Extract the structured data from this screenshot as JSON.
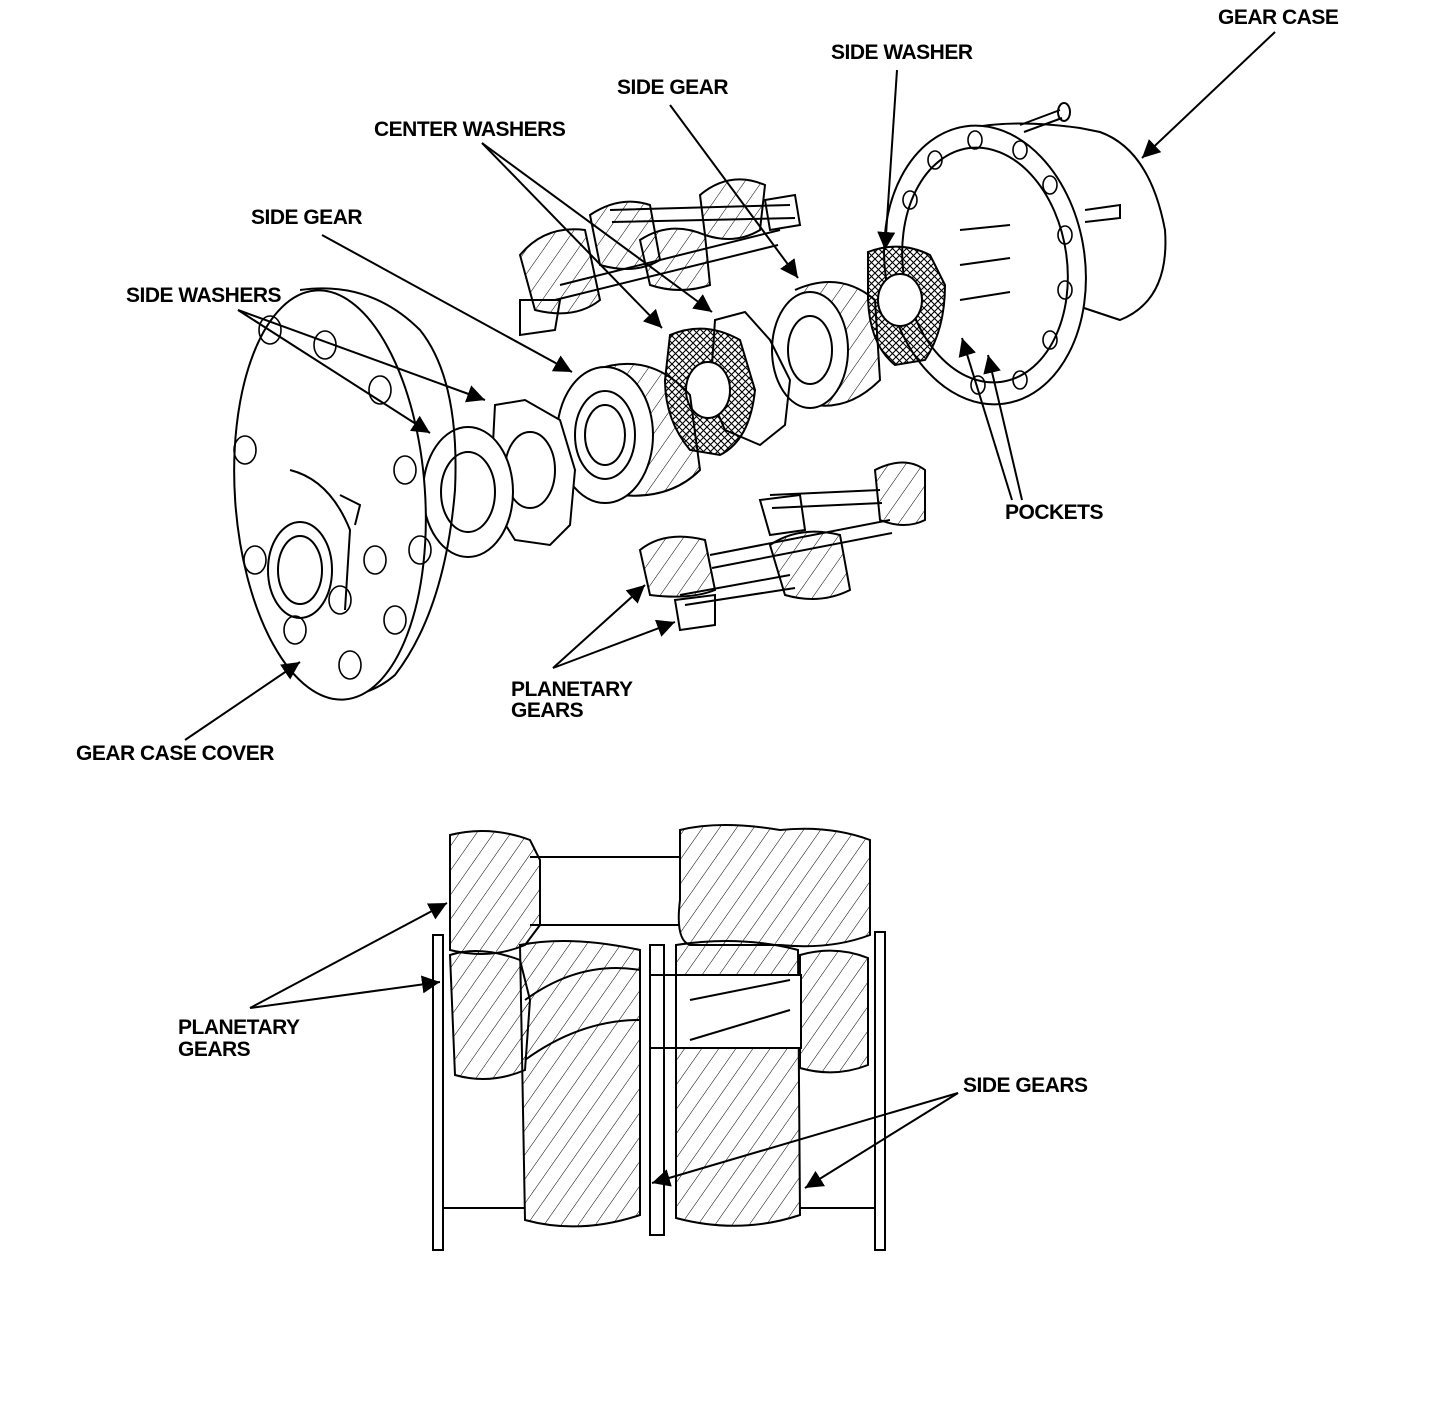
{
  "labels": {
    "gear_case": "GEAR CASE",
    "side_washer": "SIDE WASHER",
    "side_gear_top": "SIDE GEAR",
    "center_washers": "CENTER WASHERS",
    "side_gear_mid": "SIDE GEAR",
    "side_washers": "SIDE WASHERS",
    "pockets": "POCKETS",
    "planetary_gears_top_1": "PLANETARY",
    "planetary_gears_top_2": "GEARS",
    "gear_case_cover": "GEAR CASE COVER",
    "planetary_gears_bottom_1": "PLANETARY",
    "planetary_gears_bottom_2": "GEARS",
    "side_gears": "SIDE GEARS"
  },
  "colors": {
    "ink": "#000000",
    "paper": "#ffffff"
  }
}
